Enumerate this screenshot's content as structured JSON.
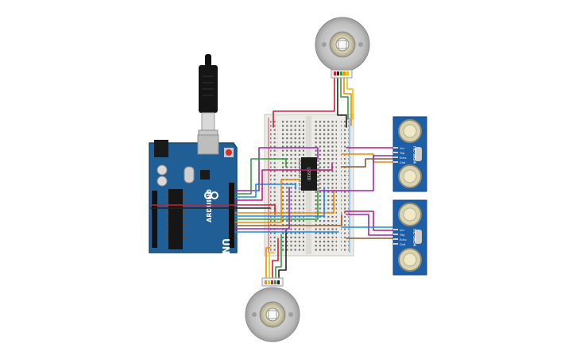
{
  "colors": {
    "board_blue": "#1f5f95",
    "board_edge": "#164a75",
    "breadboard": "#ecebe7",
    "sensor_blue": "#1d5ea8",
    "motor_metal": "#c9c9c9",
    "wire_red": "#d41f2a",
    "wire_black": "#222222",
    "wire_purple": "#9c27b0",
    "wire_magenta": "#c2187a",
    "wire_orange": "#f08a00",
    "wire_yellow": "#e3c400",
    "wire_green": "#2e9c3a",
    "wire_blue": "#1e88e5",
    "wire_brown": "#8d5a2b"
  },
  "arduino": {
    "logo_text": "ARDUINO",
    "model_text": "UNO",
    "icon": "arduino-uno-board-icon"
  },
  "chip": {
    "label": "L293D"
  },
  "sensors": [
    {
      "model": "HC-SR04",
      "pins": [
        "Vcc",
        "Trig",
        "Echo",
        "Gnd"
      ]
    },
    {
      "model": "HC-SR04",
      "pins": [
        "Vcc",
        "Trig",
        "Echo",
        "Gnd"
      ]
    }
  ],
  "icons": {
    "usb": "usb-cable-icon",
    "motor": "dc-motor-icon",
    "breadboard": "breadboard-icon",
    "sensor": "ultrasonic-sensor-icon"
  }
}
